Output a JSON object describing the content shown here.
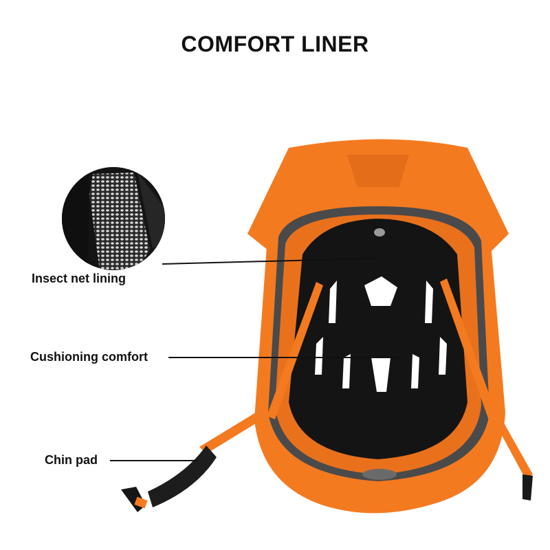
{
  "title": "COMFORT LINER",
  "callouts": [
    {
      "label": "Insect net lining",
      "target": "mesh-pad"
    },
    {
      "label": "Cushioning comfort",
      "target": "foam-liner"
    },
    {
      "label": "Chin pad",
      "target": "chin-strap-pad"
    }
  ],
  "colors": {
    "helmet_orange": "#f47a20",
    "helmet_orange_dark": "#d9651a",
    "liner_black": "#141414",
    "foam_gray": "#4a4a4a",
    "text": "#111111"
  }
}
